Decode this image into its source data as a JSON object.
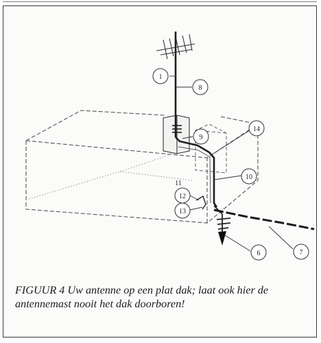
{
  "figure": {
    "caption": "FIGUUR 4   Uw antenne op een plat dak; laat ook hier de antennemast nooit het dak doorboren!",
    "callouts": [
      "1",
      "8",
      "9",
      "14",
      "10",
      "11",
      "12",
      "13",
      "6",
      "7"
    ]
  }
}
